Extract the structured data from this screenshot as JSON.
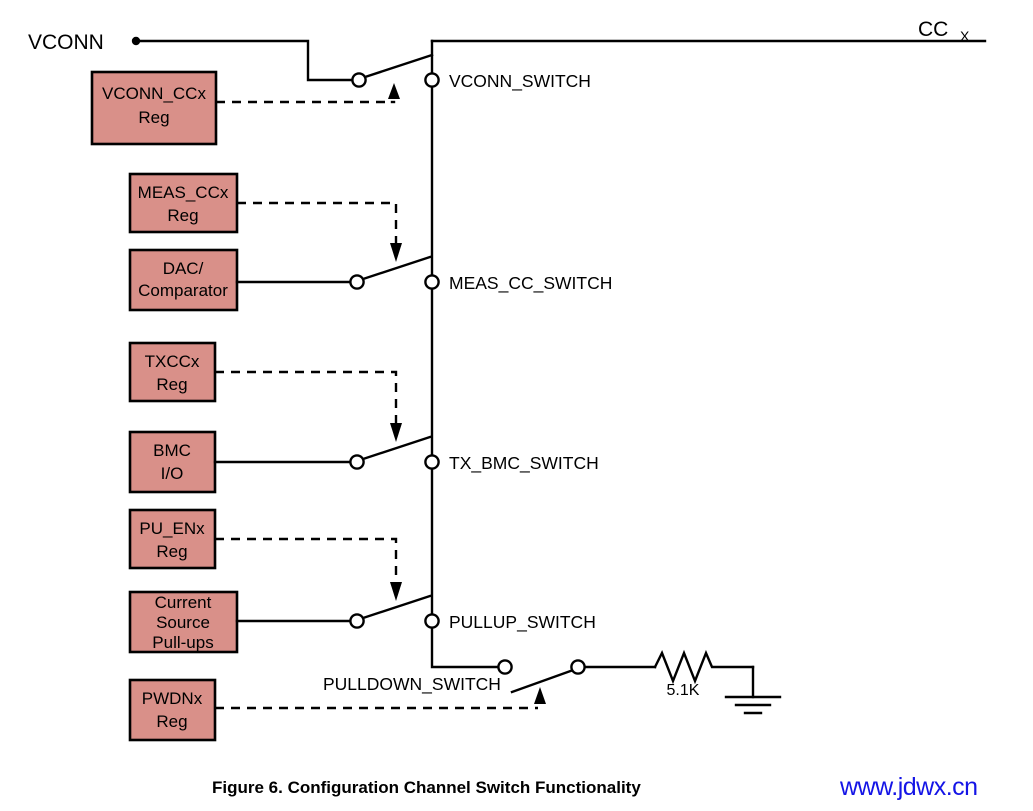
{
  "figure": {
    "caption": "Figure 6. Configuration Channel Switch Functionality",
    "watermark": "www.jdwx.cn",
    "watermark_color": "#1414E6",
    "block_fill": "#D99089",
    "line_color": "#000000"
  },
  "pins": {
    "vconn": "VCONN",
    "cc": "CC",
    "cc_subscript": "X"
  },
  "blocks": [
    {
      "id": "vconn-ccx-reg",
      "lines": [
        "VCONN_CCx",
        "Reg"
      ]
    },
    {
      "id": "meas-ccx-reg",
      "lines": [
        "MEAS_CCx",
        "Reg"
      ]
    },
    {
      "id": "dac-comparator",
      "lines": [
        "DAC/",
        "Comparator"
      ]
    },
    {
      "id": "txccx-reg",
      "lines": [
        "TXCCx",
        "Reg"
      ]
    },
    {
      "id": "bmc-io",
      "lines": [
        "BMC",
        "I/O"
      ]
    },
    {
      "id": "pu-enx-reg",
      "lines": [
        "PU_ENx",
        "Reg"
      ]
    },
    {
      "id": "current-source-pullups",
      "lines": [
        "Current",
        "Source",
        "Pull-ups"
      ]
    },
    {
      "id": "pwdnx-reg",
      "lines": [
        "PWDNx",
        "Reg"
      ]
    }
  ],
  "switches": [
    {
      "id": "vconn-switch",
      "label": "VCONN_SWITCH"
    },
    {
      "id": "meas-cc-switch",
      "label": "MEAS_CC_SWITCH"
    },
    {
      "id": "tx-bmc-switch",
      "label": "TX_BMC_SWITCH"
    },
    {
      "id": "pullup-switch",
      "label": "PULLUP_SWITCH"
    },
    {
      "id": "pulldown-switch",
      "label": "PULLDOWN_SWITCH"
    }
  ],
  "components": {
    "resistor_value": "5.1K"
  }
}
